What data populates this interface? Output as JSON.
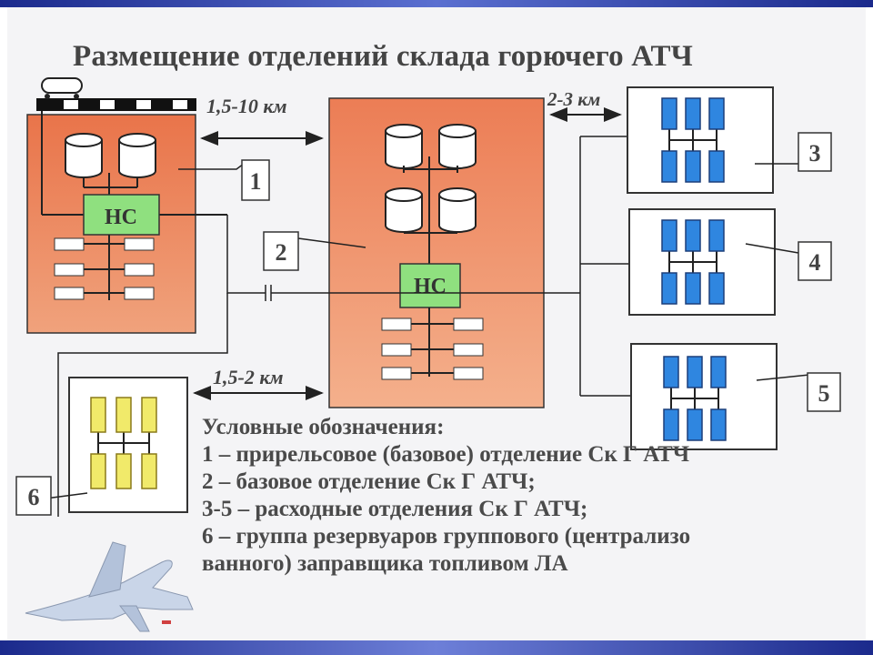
{
  "title": "Размещение отделений склада горючего АТЧ",
  "distances": {
    "d_1_2": "1,5-10 км",
    "d_2_3": "2-3 км",
    "d_2_6": "1,5-2 км"
  },
  "pump_station_label": "НС",
  "callouts": [
    "1",
    "2",
    "3",
    "4",
    "5",
    "6"
  ],
  "legend": {
    "heading": "Условные обозначения:",
    "items": [
      "1 – прирельсовое (базовое) отделение Ск Г АТЧ",
      "2 – базовое отделение Ск Г АТЧ;",
      "3-5 – расходные отделения Ск Г АТЧ;",
      "6 – группа резервуаров группового (централизо",
      "ванного) заправщика топливом ЛА"
    ]
  },
  "colors": {
    "depot_fill": "#e8825a",
    "pump_station": "#8fe07f",
    "consumable_tank": "#2f86e0",
    "group_tank": "#f1ea6a",
    "frame_bar": "#1b2a8c"
  }
}
